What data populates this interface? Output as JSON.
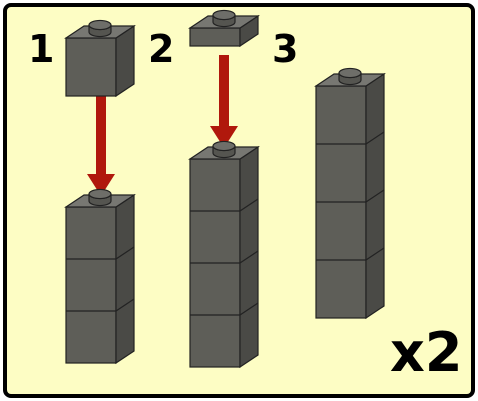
{
  "steps": [
    {
      "label": "1"
    },
    {
      "label": "2"
    },
    {
      "label": "3"
    }
  ],
  "multiplier": "x2",
  "colors": {
    "background": "#fdfdc4",
    "border": "#000000",
    "brick_front": "#5e5e58",
    "brick_side": "#4a4a46",
    "brick_top": "#777772",
    "stud_top": "#6e6e69",
    "stud_side": "#555550",
    "brick_edge": "#222222",
    "arrow": "#b0180c"
  }
}
